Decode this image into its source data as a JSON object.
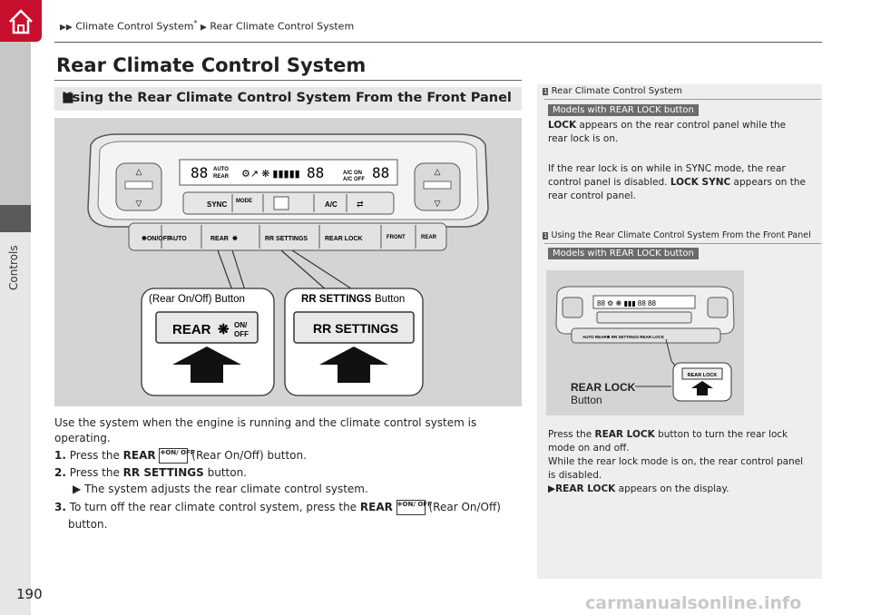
{
  "breadcrumb": {
    "part1": "Climate Control System",
    "star": "*",
    "part2": "Rear Climate Control System"
  },
  "side_tab": "Controls",
  "title": "Rear Climate Control System",
  "section_heading": "Using the Rear Climate Control System From the Front Panel",
  "figure": {
    "panel_labels": {
      "sync": "SYNC",
      "mode": "MODE",
      "ac": "A/C",
      "auto_left": "AUTO",
      "rear_onoff": "REAR",
      "rr_settings": "RR SETTINGS",
      "rear_lock": "REAR LOCK",
      "front": "FRONT",
      "rear_defrost": "REAR",
      "on_off": "ON/ OFF"
    },
    "callout_left_label": "(Rear On/Off) Button",
    "callout_right_bold": "RR SETTINGS",
    "callout_right_rest": " Button",
    "callout_left_button": "REAR",
    "callout_left_onoff": "ON/ OFF",
    "callout_right_button": "RR SETTINGS"
  },
  "body": {
    "intro": "Use the system when the engine is running and the climate control system is",
    "intro2": "operating.",
    "step1_num": "1.",
    "step1_a": "Press the ",
    "step1_b": "REAR",
    "step1_c": " (Rear On/Off) button.",
    "step2_num": "2.",
    "step2_a": "Press the ",
    "step2_b": "RR SETTINGS",
    "step2_c": " button.",
    "step2_sub": "The system adjusts the rear climate control system.",
    "step3_num": "3.",
    "step3_a": "To turn off the rear climate control system, press the ",
    "step3_b": "REAR",
    "step3_c": " (Rear On/Off)",
    "step3_d": "button.",
    "icon_onoff": "ON/ OFF"
  },
  "sidebar": {
    "note1_title": "Rear Climate Control System",
    "badge": "Models with REAR LOCK button",
    "note1_p1_bold": "LOCK",
    "note1_p1_rest": " appears on the rear control panel while the",
    "note1_p1_line2": "rear lock is on.",
    "note1_p2_l1": "If the rear lock is on while in SYNC mode, the rear",
    "note1_p2_l2a": "control panel is disabled. ",
    "note1_p2_l2b": "LOCK SYNC",
    "note1_p2_l2c": " appears on the",
    "note1_p2_l3": "rear control panel.",
    "note2_title": "Using the Rear Climate Control System From the Front Panel",
    "badge2": "Models with REAR LOCK button",
    "fig_label_l1": "REAR LOCK",
    "fig_label_l2": "Button",
    "fig_button": "REAR LOCK",
    "p_a": "Press the ",
    "p_b": "REAR LOCK",
    "p_c": " button to turn the rear lock",
    "p_l2": "mode on and off.",
    "p_l3": "While the rear lock mode is on, the rear control panel",
    "p_l4": "is disabled.",
    "p_l5b": "REAR LOCK",
    "p_l5c": " appears on the display."
  },
  "page_number": "190",
  "watermark": "carmanualsonline.info",
  "colors": {
    "accent_red": "#c8102e",
    "panel_gray": "#d4d4d4",
    "sidebar_bg": "#eeeeee"
  }
}
